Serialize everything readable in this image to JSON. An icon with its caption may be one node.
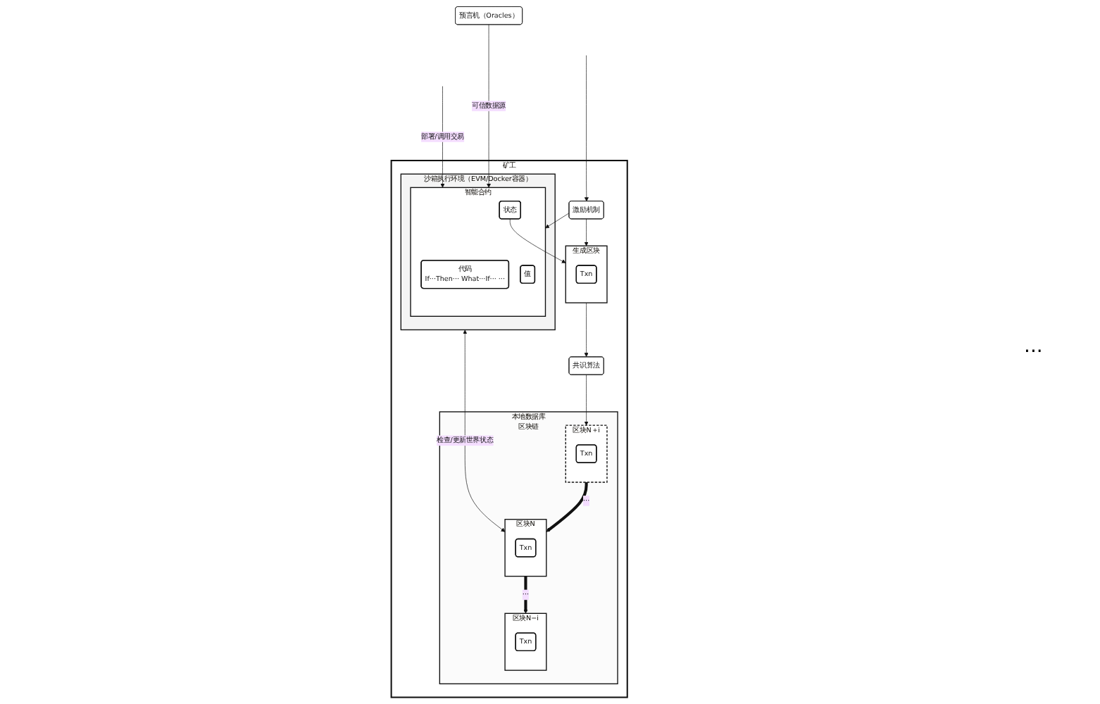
{
  "diagram": {
    "nodes": [
      {
        "text": [
          "预言机（Oracles）"
        ]
      },
      {
        "text": [
          "矿工"
        ]
      },
      {
        "text": [
          "沙箱执行环境（EVM/Docker容器）"
        ],
        "in": 1
      },
      {
        "text": [
          "智能合约"
        ],
        "in": 2
      },
      {
        "text": [
          "代码",
          "If···Then··· What···If··· ···"
        ],
        "in": 3
      },
      {
        "text": [
          "值"
        ],
        "in": 3
      },
      {
        "text": [
          "状态"
        ],
        "in": 3
      },
      {
        "text": [
          "激励机制"
        ],
        "in": 1
      },
      {
        "text": [
          "生成区块"
        ],
        "in": 1
      },
      {
        "text": [
          "Txn"
        ],
        "in": 8
      },
      {
        "text": [
          "共识算法"
        ],
        "in": 1
      },
      {
        "text": [
          "本地数据库",
          "区块链"
        ],
        "in": 1
      },
      {
        "text": [
          "区块N−i"
        ],
        "in": 11
      },
      {
        "text": [
          "Txn"
        ],
        "in": 12
      },
      {
        "text": [
          "区块N"
        ],
        "in": 11
      },
      {
        "text": [
          "Txn"
        ],
        "in": 14
      },
      {
        "text": [
          "区块N＋i"
        ],
        "in": 11
      },
      {
        "text": [
          "Txn"
        ],
        "in": 16
      }
    ],
    "edges": [
      {
        "from": null,
        "to": 3,
        "arrow": "to",
        "label": "部署/调用交易"
      },
      {
        "from": null,
        "to": 7,
        "arrow": "to"
      },
      {
        "from": 7,
        "to": 3,
        "arrow": "to"
      },
      {
        "from": 7,
        "to": 8,
        "arrow": "to"
      },
      {
        "from": 0,
        "to": 3,
        "arrow": "to",
        "label": "可信数据源"
      },
      {
        "from": 6,
        "to": 8,
        "arrow": "to"
      },
      {
        "from": 2,
        "to": 14,
        "arrow": "both",
        "label": "检查/更新世界状态"
      },
      {
        "from": 8,
        "to": 10,
        "arrow": "to"
      },
      {
        "from": 10,
        "to": 16,
        "arrow": "to"
      },
      {
        "from": 16,
        "to": 14,
        "arrow": "to",
        "label": "···",
        "style": "thick"
      },
      {
        "from": 14,
        "to": 12,
        "arrow": "to",
        "label": "···",
        "style": "thick"
      }
    ],
    "labels": [
      "···"
    ]
  }
}
